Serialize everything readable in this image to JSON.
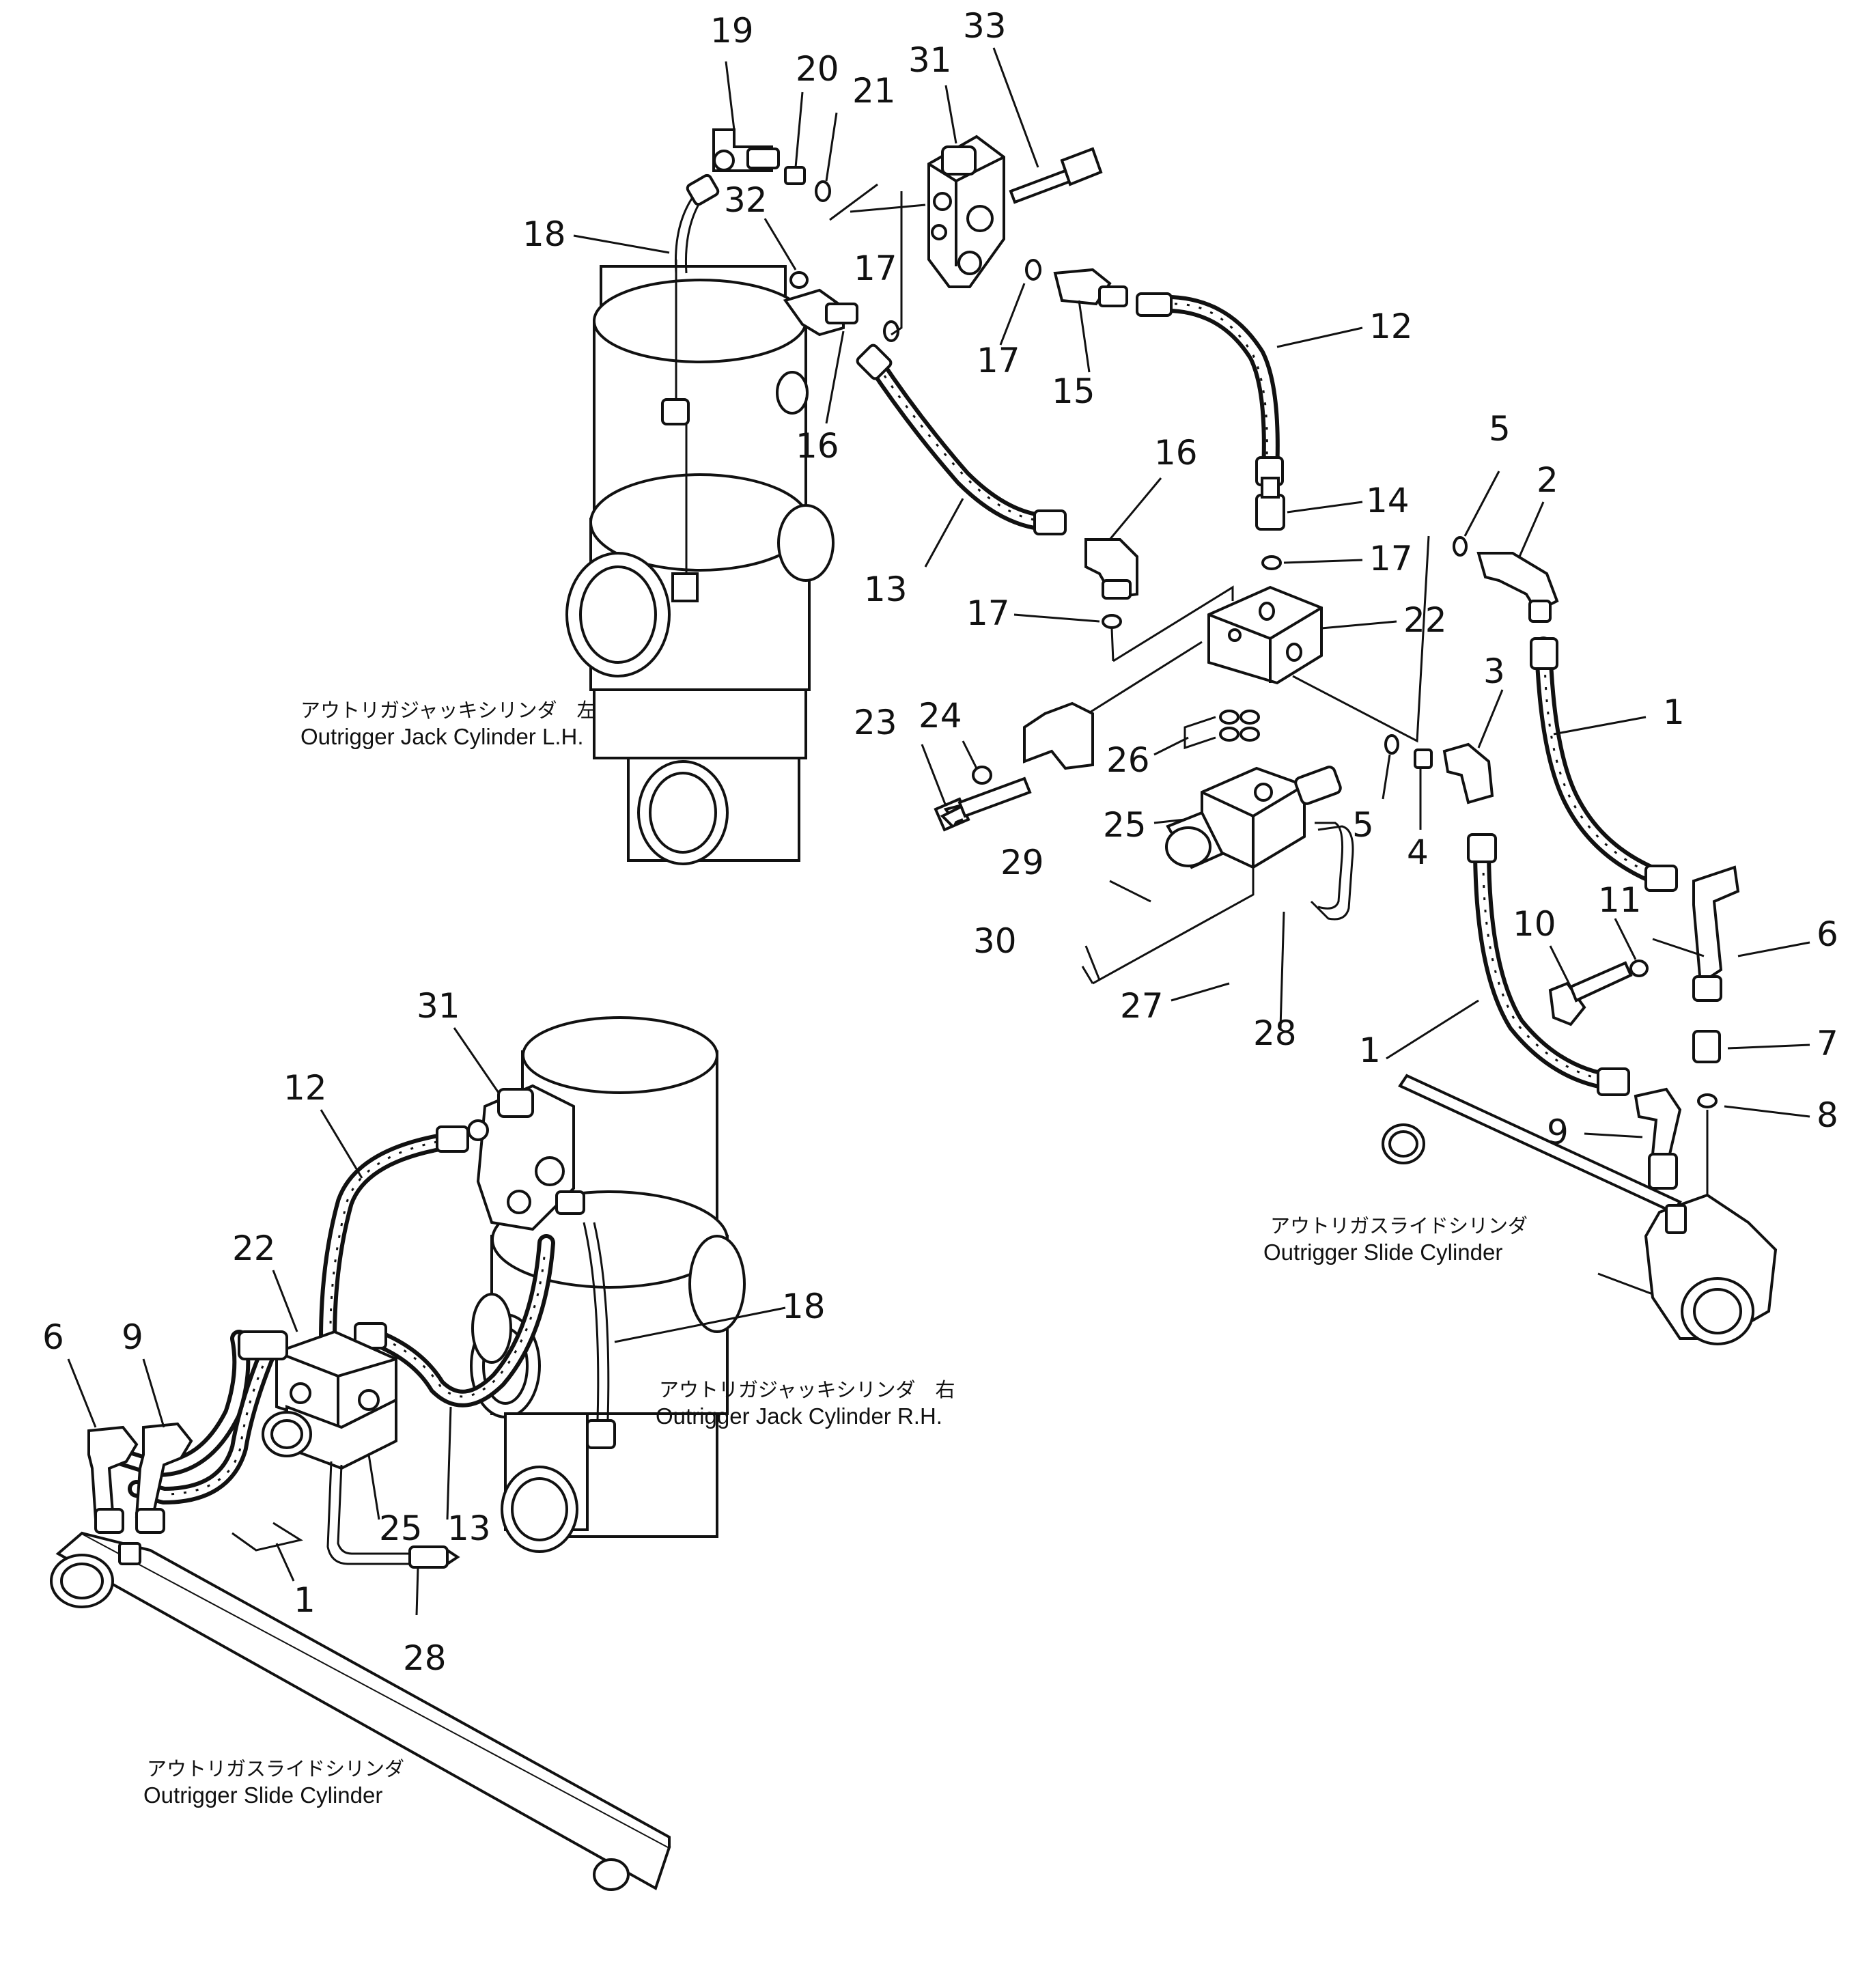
{
  "captions": {
    "lh_jack_jp": "アウトリガジャッキシリンダ　左",
    "lh_jack_en": "Outrigger  Jack  Cylinder  L.H.",
    "rh_jack_jp": "アウトリガジャッキシリンダ　右",
    "rh_jack_en": "Outrigger  Jack  Cylinder  R.H.",
    "slide_top_jp": "アウトリガスライドシリンダ",
    "slide_top_en": "Outrigger  Slide  Cylinder",
    "slide_bottom_jp": "アウトリガスライドシリンダ",
    "slide_bottom_en": "Outrigger  Slide  Cylinder"
  },
  "callouts": {
    "c19": "19",
    "c20": "20",
    "c21": "21",
    "c31a": "31",
    "c33": "33",
    "c32": "32",
    "c18a": "18",
    "c17a": "17",
    "c17b": "17",
    "c15": "15",
    "c12a": "12",
    "c16a": "16",
    "c16b": "16",
    "c5a": "5",
    "c2": "2",
    "c14": "14",
    "c17c": "17",
    "c13a": "13",
    "c17d": "17",
    "c22a": "22",
    "c3": "3",
    "c1a": "1",
    "c24": "24",
    "c23": "23",
    "c26": "26",
    "c25a": "25",
    "c5b": "5",
    "c4": "4",
    "c29": "29",
    "c11": "11",
    "c10": "10",
    "c6a": "6",
    "c30": "30",
    "c27": "27",
    "c28a": "28",
    "c1b": "1",
    "c7": "7",
    "c8": "8",
    "c9a": "9",
    "c31b": "31",
    "c12b": "12",
    "c22b": "22",
    "c9b": "9",
    "c6b": "6",
    "c18b": "18",
    "c25b": "25",
    "c13b": "13",
    "c1c": "1",
    "c28b": "28"
  }
}
